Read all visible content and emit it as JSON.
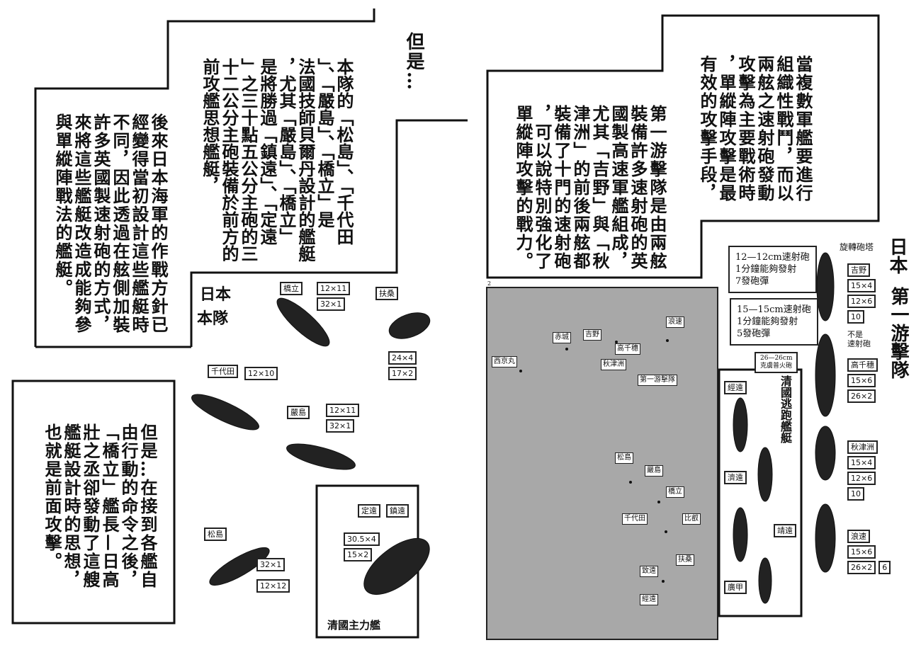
{
  "left_page": {
    "intro": "但是…",
    "panel_main": [
      "本隊的「松島」、「千代田",
      "」、「嚴島」、「橋立」是",
      "法國技師貝爾丹設計的艦艇",
      "，尤其「嚴島」、「橋立」",
      "是將勝過「鎮遠」、「定遠",
      "」之三十點五公分主砲的三",
      "十二公分主砲裝備於前方的",
      "前攻艦思想艦艇，"
    ],
    "panel_later": [
      "後來日本海軍的作戰方針已",
      "經變得當初設計這些艦艇時",
      "不同，因此透過在舷側加裝",
      "許多英國製速射砲的方式，",
      "來將這些艦艇改造成能夠參",
      "與單縱陣戰法的艦艇。"
    ],
    "panel_bottom": [
      "但是…在接到各艦自",
      "由行動的命令之後，",
      "「橋立」艦長—日高",
      "壯之丞卻發動了這艘",
      "艦艇設計時的思想，",
      "也就是前面攻擊。"
    ],
    "diagram_title": [
      "日本",
      "本隊"
    ],
    "ships": [
      {
        "name": "橋立",
        "specs": [
          "12×11",
          "32×1"
        ]
      },
      {
        "name": "扶桑",
        "specs": [
          "24×4",
          "17×2"
        ]
      },
      {
        "name": "千代田",
        "specs": [
          "12×10"
        ]
      },
      {
        "name": "嚴島",
        "specs": [
          "12×11",
          "32×1"
        ]
      },
      {
        "name": "松島",
        "specs": [
          "32×1",
          "12×12"
        ]
      }
    ],
    "qing_box": {
      "caption": "清國主力艦",
      "ships": [
        "定遠",
        "鎮遠"
      ],
      "specs": [
        "30.5×4",
        "15×2"
      ]
    }
  },
  "right_page": {
    "page_number": "2",
    "panel_top": [
      "當複數軍艦要進行",
      "組織性戰鬥，而以",
      "兩舷之速射砲發動",
      "攻擊為主要戰術時",
      "，單縱陣攻擊是最",
      "有效的攻擊手段，"
    ],
    "panel_mid": [
      "第一游擊隊是由兩舷",
      "裝備許多速射砲的英",
      "國製高速軍艦組成，",
      "尤其「吉野」與「秋",
      "津洲」的前後兩舷都",
      "裝備了十門的速射砲",
      "，可以說特別強化了",
      "單縱陣攻擊的戰力。"
    ],
    "map_labels": [
      "浪速",
      "吉野",
      "高千穗",
      "秋津洲",
      "第一游擊隊",
      "赤城",
      "西京丸",
      "松島",
      "千代田",
      "嚴島",
      "橋立",
      "比叡",
      "扶桑",
      "致遠",
      "經遠"
    ],
    "legend": [
      "12—12cm速射砲\n1分鐘能夠發射\n7發砲彈",
      "15—15cm速射砲\n1分鐘能夠發射\n5發砲彈",
      "26—26cm\n克虜普火砲"
    ],
    "notes": {
      "turret": "旋轉砲塔",
      "not_rapid": "不是\n速射砲"
    },
    "title_vertical": [
      "日本",
      "第一游擊隊"
    ],
    "flying_squadron": [
      {
        "name": "吉野",
        "specs": [
          "15×4",
          "12×6",
          "10"
        ]
      },
      {
        "name": "高千穗",
        "specs": [
          "15×6",
          "26×2"
        ]
      },
      {
        "name": "秋津洲",
        "specs": [
          "15×4",
          "12×6",
          "10"
        ]
      },
      {
        "name": "浪速",
        "specs": [
          "15×6",
          "26×2",
          "6"
        ]
      }
    ],
    "qing_escape": {
      "title": "清國逃跑艦艇",
      "ships": [
        "經遠",
        "濟遠",
        "靖遠",
        "廣甲"
      ]
    }
  }
}
